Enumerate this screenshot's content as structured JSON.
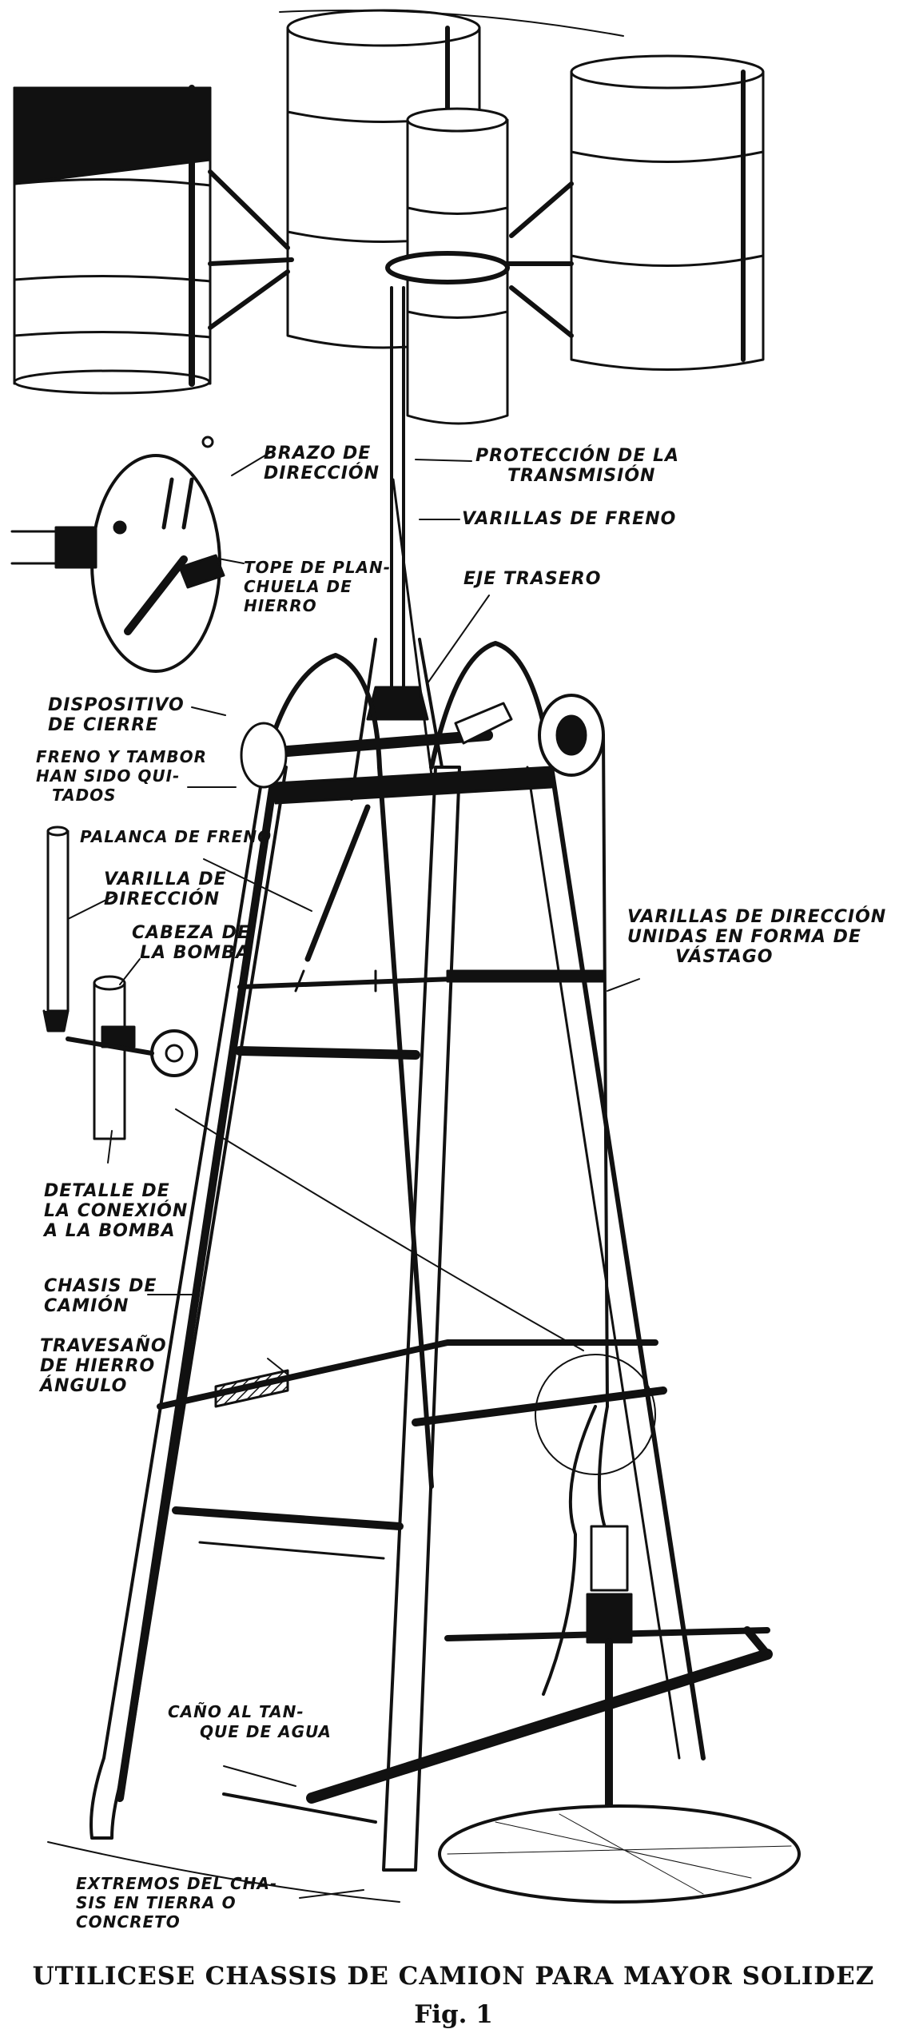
{
  "labels": {
    "brazo_a": "BRAZO DE",
    "brazo_b": "DIRECCIÓN",
    "proteccion_a": "PROTECCIÓN DE LA",
    "proteccion_b": "TRANSMISIÓN",
    "varillas_freno": "VARILLAS DE FRENO",
    "tope_a": "TOPE DE PLAN-",
    "tope_b": "CHUELA DE",
    "tope_c": "HIERRO",
    "eje_trasero": "EJE TRASERO",
    "dispositivo_a": "DISPOSITIVO",
    "dispositivo_b": "DE CIERRE",
    "freno_a": "FRENO Y TAMBOR",
    "freno_b": "HAN SIDO QUI-",
    "freno_c": "TADOS",
    "palanca_freno": "PALANCA DE FRENO",
    "varilla_dir_a": "VARILLA DE",
    "varilla_dir_b": "DIRECCIÓN",
    "cabeza_a": "CABEZA DE",
    "cabeza_b": "LA BOMBA",
    "varillas_dir_a": "VARILLAS DE DIRECCIÓN",
    "varillas_dir_b": "UNIDAS EN FORMA DE",
    "varillas_dir_c": "VÁSTAGO",
    "detalle_a": "DETALLE DE",
    "detalle_b": "LA CONEXIÓN",
    "detalle_c": "A LA BOMBA",
    "chasis_a": "CHASIS DE",
    "chasis_b": "CAMIÓN",
    "travesano_a": "TRAVESAÑO",
    "travesano_b": "DE HIERRO",
    "travesano_c": "ÁNGULO",
    "cano_a": "CAÑO AL TAN-",
    "cano_b": "QUE DE AGUA",
    "extremos_a": "EXTREMOS DEL CHA-",
    "extremos_b": "SIS EN TIERRA O",
    "extremos_c": "CONCRETO"
  },
  "caption": {
    "main": "UTILICESE CHASSIS DE CAMION PARA MAYOR SOLIDEZ",
    "fig": "Fig. 1"
  },
  "colors": {
    "ink": "#111111",
    "paper": "#ffffff"
  }
}
